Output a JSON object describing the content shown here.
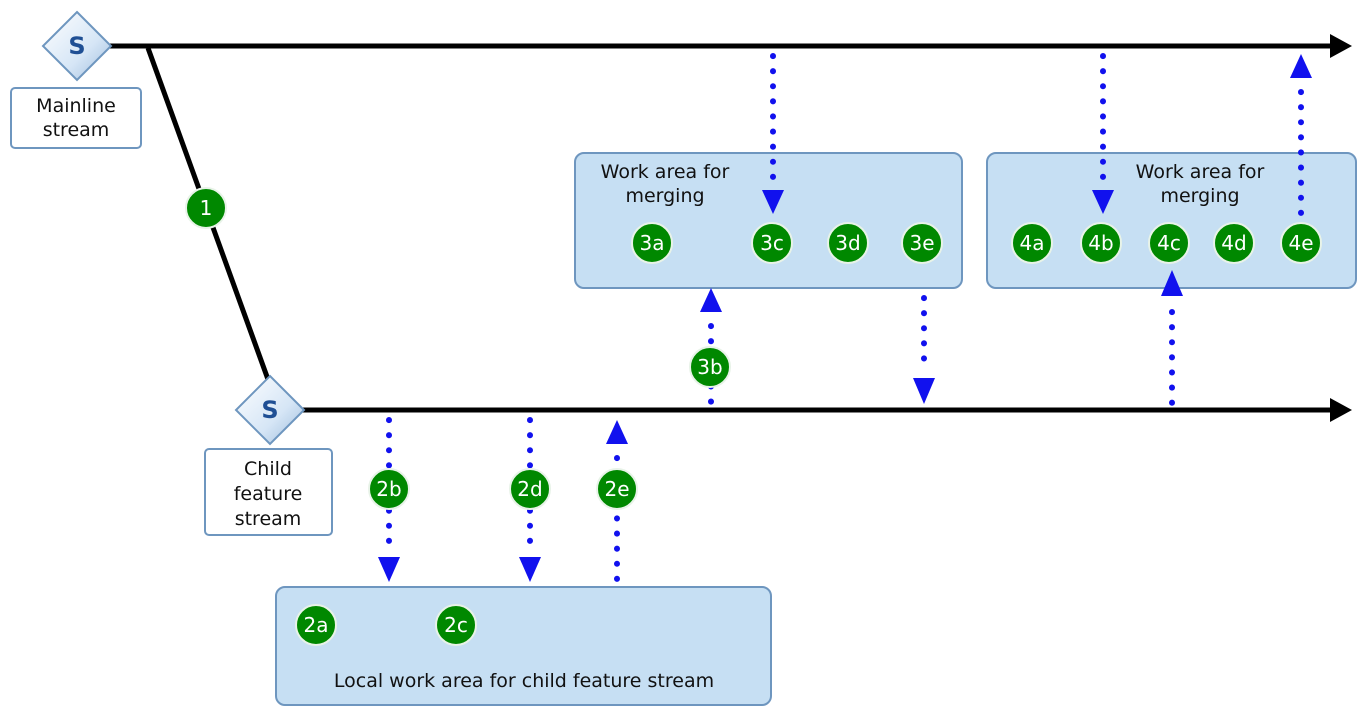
{
  "mainline": {
    "icon": "S",
    "label_line1": "Mainline",
    "label_line2": "stream"
  },
  "child": {
    "icon": "S",
    "label_line1": "Child",
    "label_line2": "feature",
    "label_line3": "stream"
  },
  "work_area_3": {
    "line1": "Work area for",
    "line2": "merging"
  },
  "work_area_4": {
    "line1": "Work area for",
    "line2": "merging"
  },
  "local_area": {
    "label": "Local work area for child feature stream"
  },
  "steps": {
    "s1": "1",
    "s2a": "2a",
    "s2b": "2b",
    "s2c": "2c",
    "s2d": "2d",
    "s2e": "2e",
    "s3a": "3a",
    "s3b": "3b",
    "s3c": "3c",
    "s3d": "3d",
    "s3e": "3e",
    "s4a": "4a",
    "s4b": "4b",
    "s4c": "4c",
    "s4d": "4d",
    "s4e": "4e"
  },
  "colors": {
    "stream_line": "#000000",
    "flow_arrow": "#1111ee",
    "step_circle": "#008800",
    "area_fill": "#c6dff3",
    "area_border": "#6e96bf",
    "stream_icon": "#1f4f94"
  },
  "icons": [
    "stream-diamond-icon",
    "step-circle",
    "dotted-arrow-up",
    "dotted-arrow-down"
  ]
}
